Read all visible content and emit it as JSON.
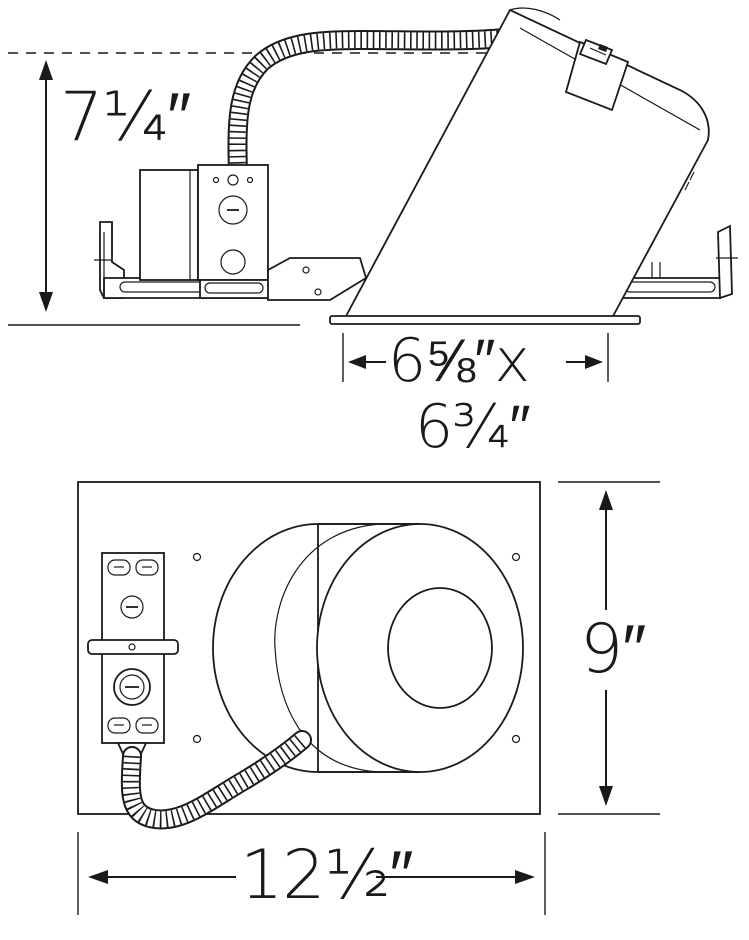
{
  "dimensions": {
    "height": "7¼″",
    "aperture_line1": "6⅝″x",
    "aperture_line2": "6¾″",
    "depth": "9″",
    "width": "12½″"
  },
  "colors": {
    "line": "#1a1a1a",
    "background": "#ffffff"
  }
}
